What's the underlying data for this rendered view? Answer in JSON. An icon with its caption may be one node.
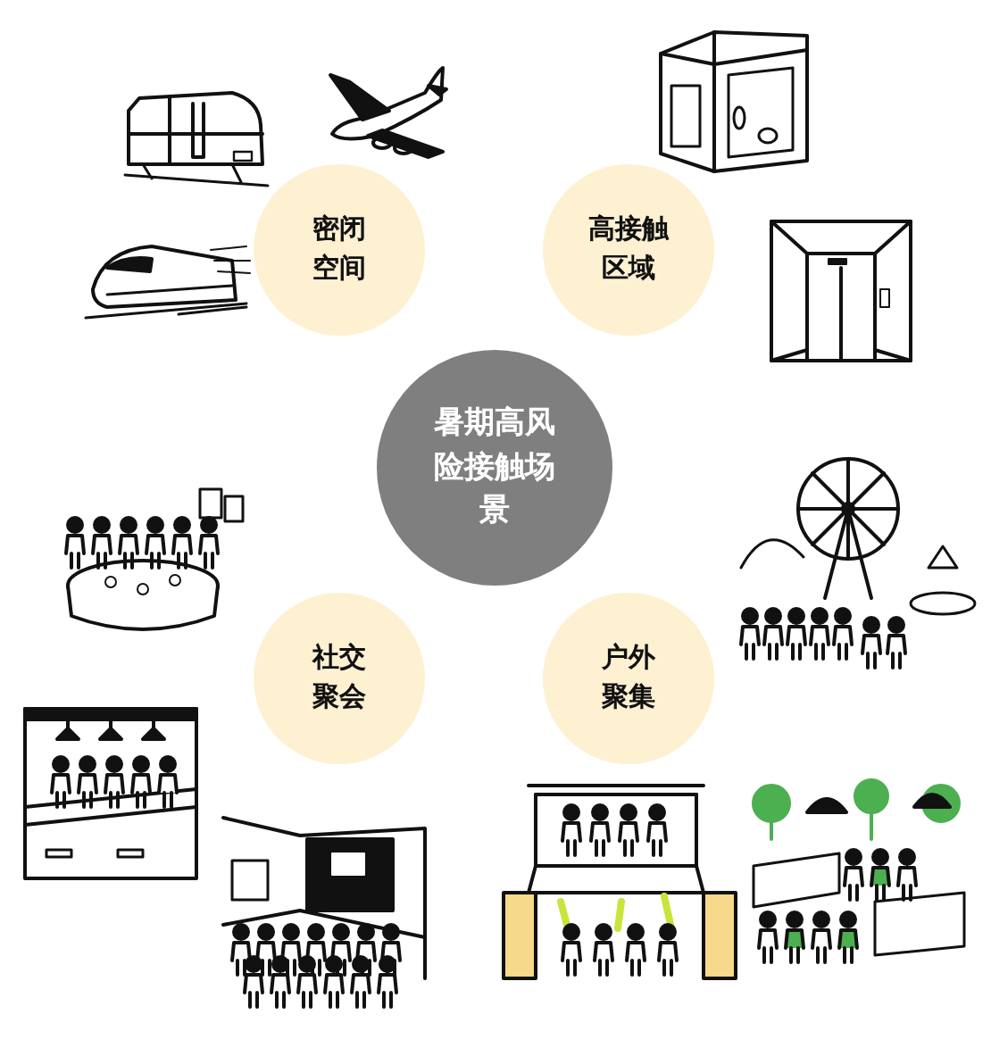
{
  "diagram": {
    "nodes": [
      {
        "text": [
          "暑期高风险接触场景"
        ]
      },
      {
        "text": [
          "密闭空间"
        ]
      },
      {
        "text": [
          "高接触区域"
        ]
      },
      {
        "text": [
          "社交聚会"
        ]
      },
      {
        "text": [
          "户外聚集"
        ]
      }
    ]
  }
}
